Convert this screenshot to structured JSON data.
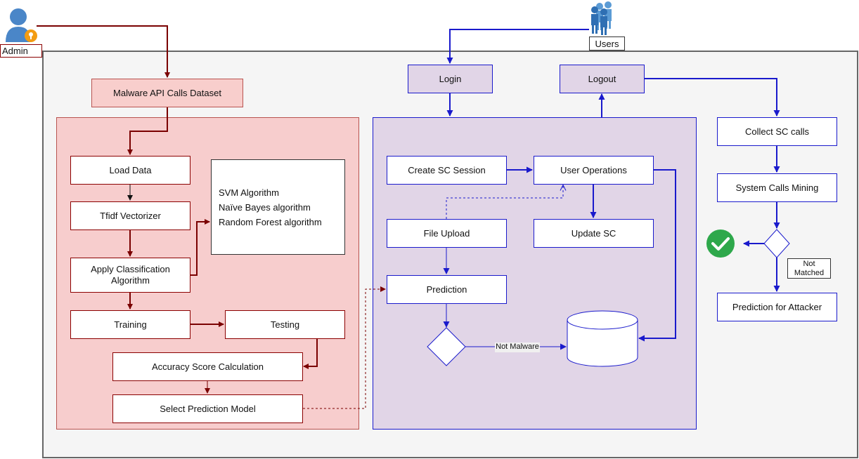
{
  "actors": {
    "admin_label": "Admin",
    "users_label": "Users"
  },
  "training": {
    "dataset": "Malware API Calls Dataset",
    "load_data": "Load Data",
    "tfidf": "Tfidf Vectorizer",
    "apply_classification": "Apply Classification Algorithm",
    "algorithms": [
      "SVM Algorithm",
      "Naïve Bayes algorithm",
      "Random Forest algorithm"
    ],
    "training": "Training",
    "testing": "Testing",
    "accuracy": "Accuracy Score Calculation",
    "select_model": "Select Prediction Model"
  },
  "user_flow": {
    "login": "Login",
    "logout": "Logout",
    "create_session": "Create SC Session",
    "user_operations": "User Operations",
    "file_upload": "File Upload",
    "update_sc": "Update SC",
    "prediction": "Prediction",
    "not_malware": "Not Malware"
  },
  "monitoring": {
    "collect": "Collect SC calls",
    "mining": "System Calls Mining",
    "not_matched": "Not Matched",
    "attacker": "Prediction for Attacker"
  },
  "colors": {
    "admin_flow": "#7a0000",
    "user_flow": "#1a1acc",
    "check": "#2ea84b"
  },
  "icons": [
    "admin-user-icon",
    "users-group-icon",
    "check-circle-icon",
    "database-icon"
  ]
}
